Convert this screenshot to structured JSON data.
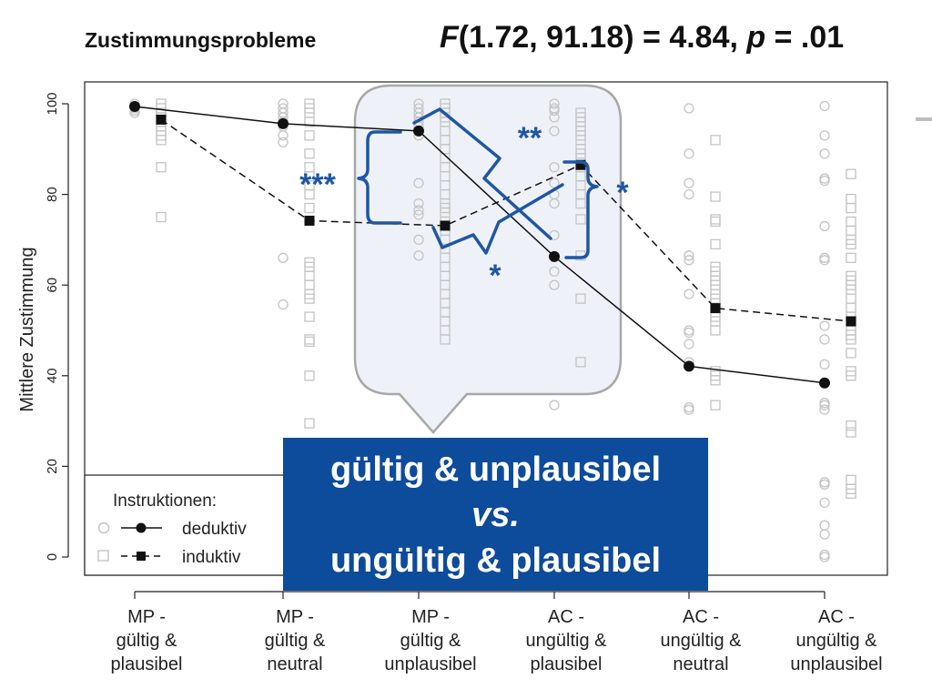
{
  "header": {
    "title": "Zustimmungsprobleme",
    "stat_F": "F",
    "stat_rest": "(1.72, 91.18) = 4.84, ",
    "stat_p": "p",
    "stat_end": " = .01"
  },
  "callout": {
    "line1": "gültig & unplausibel",
    "line2": "vs.",
    "line3": "ungültig & plausibel"
  },
  "legend": {
    "title": "Instruktionen:",
    "items": [
      "deduktiv",
      "induktiv"
    ]
  },
  "significance": [
    "***",
    "**",
    "*",
    "*"
  ],
  "colors": {
    "accent": "#0d4b9b",
    "bracket": "#1f56a5",
    "highlight_fill": "#eef2f8",
    "raw_points": "#c4c4c4"
  },
  "chart_data": {
    "type": "line",
    "categories": [
      [
        "MP -",
        "gültig &",
        "plausibel"
      ],
      [
        "MP -",
        "gültig &",
        "neutral"
      ],
      [
        "MP -",
        "gültig &",
        "unplausibel"
      ],
      [
        "AC -",
        "ungültig &",
        "plausibel"
      ],
      [
        "AC -",
        "ungültig &",
        "neutral"
      ],
      [
        "AC -",
        "ungültig &",
        "unplausibel"
      ]
    ],
    "ylabel": "Mittlere Zustimmung",
    "yticks": [
      0,
      20,
      40,
      60,
      80,
      100
    ],
    "ylim": [
      0,
      100
    ],
    "series": [
      {
        "name": "deduktiv",
        "marker": "circle",
        "line": "solid",
        "values": [
          99.4,
          95.6,
          94.0,
          66.3,
          42.1,
          38.4
        ]
      },
      {
        "name": "induktiv",
        "marker": "square",
        "line": "dashed",
        "values": [
          96.5,
          74.2,
          73.1,
          86.5,
          54.9,
          52.0
        ]
      }
    ],
    "raw_points": {
      "deduktiv": [
        [
          100,
          99.5,
          99,
          98.5,
          98
        ],
        [
          100,
          99,
          98,
          97,
          96,
          95,
          93,
          91.5,
          66,
          55.7
        ],
        [
          100,
          99,
          98,
          97,
          96,
          95,
          94,
          93,
          82.5,
          78,
          76.5,
          75.5,
          70,
          66.5
        ],
        [
          100,
          99,
          98.5,
          97,
          94,
          86,
          82.5,
          80,
          78,
          71,
          63,
          60,
          33.5
        ],
        [
          99,
          89,
          82.5,
          80,
          66.5,
          65.5,
          58,
          50,
          49.5,
          47,
          43,
          33,
          32.5
        ],
        [
          99.5,
          93,
          89,
          83.5,
          83,
          73,
          66,
          65.5,
          51,
          48,
          42.5,
          34,
          33.5,
          32.5,
          16.5,
          16,
          12,
          7,
          5,
          0.5,
          0
        ]
      ],
      "induktiv": [
        [
          100,
          99,
          98,
          97,
          96,
          95,
          94,
          93,
          92,
          86,
          75
        ],
        [
          100,
          99,
          98,
          96,
          93,
          89,
          86,
          84,
          82,
          80,
          77,
          65,
          64,
          62,
          60,
          58,
          57,
          53,
          48,
          47.5,
          40,
          29.5
        ],
        [
          100,
          99,
          98,
          97,
          96,
          94,
          92,
          90,
          88,
          86,
          84,
          82,
          80,
          78,
          77,
          76,
          74,
          72,
          70,
          68,
          66,
          64,
          62,
          60,
          58,
          56,
          54,
          52,
          50,
          48
        ],
        [
          98,
          97,
          96,
          95,
          94,
          93,
          92,
          90,
          89,
          88,
          86,
          84,
          82,
          80,
          78,
          74.5,
          66.5,
          57,
          43
        ],
        [
          92,
          79.5,
          74.5,
          74,
          69,
          64,
          63,
          62,
          61,
          60,
          59,
          58,
          57,
          56,
          55,
          54,
          53,
          52,
          50,
          41,
          40,
          39,
          33.5
        ],
        [
          84.5,
          79,
          77,
          74,
          72,
          70,
          69,
          66,
          62,
          61,
          60,
          59,
          57,
          55,
          53,
          52,
          50,
          49,
          48,
          45,
          41,
          40,
          29,
          27.5,
          17,
          15,
          14
        ]
      ]
    }
  }
}
